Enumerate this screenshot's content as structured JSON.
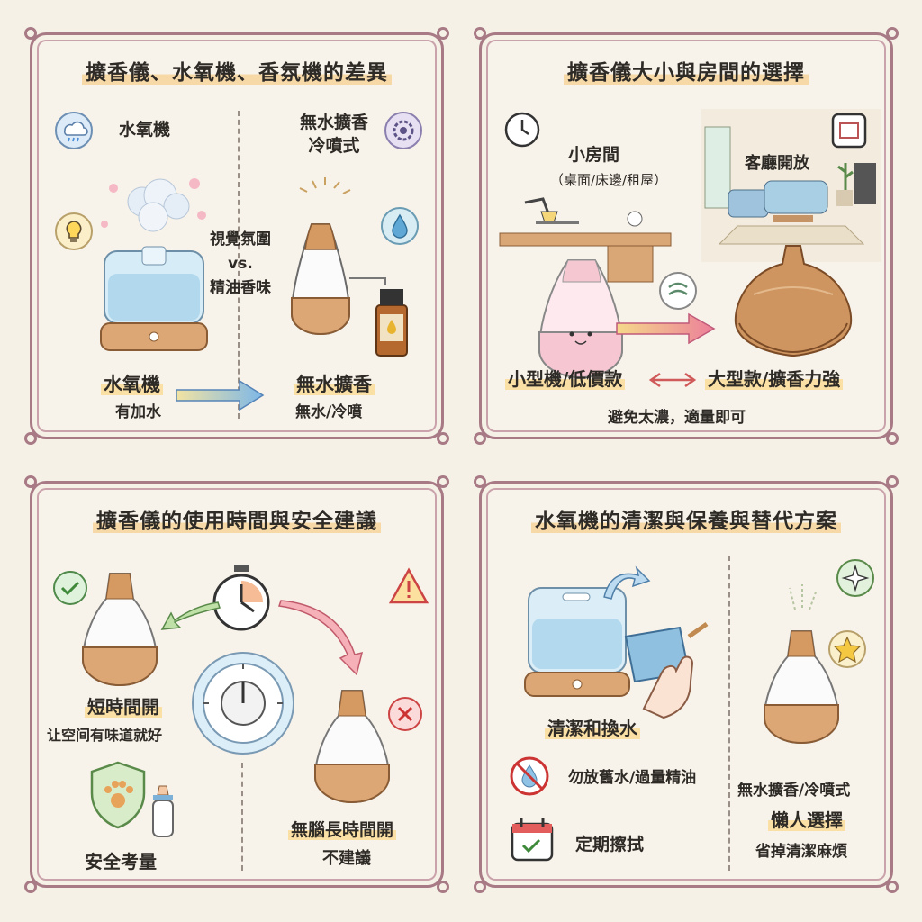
{
  "panel1": {
    "title": "擴香儀、水氧機、香氛機的差異",
    "left_heading": "水氧機",
    "right_heading_line1": "無水擴香",
    "right_heading_line2": "冷噴式",
    "center_line1": "視覺氛圍",
    "center_line2": "vs.",
    "center_line3": "精油香味",
    "left_label": "水氧機",
    "left_sub": "有加水",
    "right_label": "無水擴香",
    "right_sub": "無水/冷噴"
  },
  "panel2": {
    "title": "擴香儀大小與房間的選擇",
    "small_room": "小房間",
    "small_room_sub": "（桌面/床邊/租屋）",
    "living_room": "客廳開放",
    "small_label": "小型機/低價款",
    "large_label": "大型款/擴香力強",
    "note": "避免太濃，適量即可"
  },
  "panel3": {
    "title": "擴香儀的使用時間與安全建議",
    "left_label": "短時間開",
    "left_sub": "让空间有味道就好",
    "safety": "安全考量",
    "right_label": "無腦長時間開",
    "right_sub": "不建議"
  },
  "panel4": {
    "title": "水氧機的清潔與保養與替代方案",
    "clean_label": "清潔和換水",
    "warn_label": "勿放舊水/過量精油",
    "wipe_label": "定期擦拭",
    "right_label1": "無水擴香/冷噴式",
    "right_label2": "懶人選擇",
    "right_label3": "省掉清潔麻煩"
  },
  "icons": {
    "p1": [
      "cloud-rain-icon",
      "gear-icon",
      "lightbulb-icon",
      "water-drop-icon",
      "arrow-right-icon"
    ],
    "p2": [
      "clock-icon",
      "picture-frame-icon",
      "swirl-icon",
      "double-arrow-icon"
    ],
    "p3": [
      "check-icon",
      "stopwatch-icon",
      "warning-icon",
      "cross-icon",
      "shield-paw-icon",
      "baby-bottle-icon",
      "timer-dial-icon"
    ],
    "p4": [
      "sparkle-icon",
      "star-icon",
      "no-water-icon",
      "calendar-check-icon",
      "curved-arrow-icon"
    ]
  },
  "colors": {
    "border": "#a87a85",
    "highlight": "#fbe0a6",
    "wood": "#c98f5a",
    "glass": "#cfe7f3",
    "accent_blue": "#4f8fd8",
    "accent_red": "#e35d5d"
  }
}
